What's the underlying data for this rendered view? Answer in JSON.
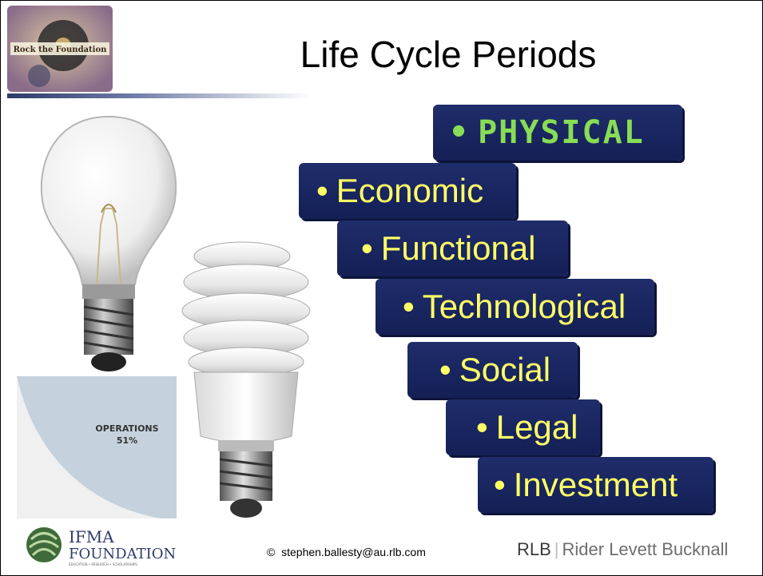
{
  "slide": {
    "title": "Life Cycle Periods",
    "top_logo_text": "Rock the Foundation"
  },
  "periods": [
    {
      "bullet": "•",
      "label": "PHYSICAL"
    },
    {
      "bullet": "•",
      "label": "Economic"
    },
    {
      "bullet": "•",
      "label": "Functional"
    },
    {
      "bullet": "•",
      "label": "Technological"
    },
    {
      "bullet": "•",
      "label": "Social"
    },
    {
      "bullet": "•",
      "label": "Legal"
    },
    {
      "bullet": "•",
      "label": "Investment"
    }
  ],
  "pie": {
    "label": "OPERATIONS",
    "percent": "51%"
  },
  "footer": {
    "ifma_name": "IFMA",
    "ifma_sub": "FOUNDATION",
    "ifma_tagline": "EDUCATION • RESEARCH • SCHOLARSHIPS",
    "copyright_symbol": "©",
    "email": "stephen.ballesty@au.rlb.com",
    "rlb_abbr": "RLB",
    "rlb_full": "Rider Levett Bucknall"
  },
  "colors": {
    "box_navy": "#1f2d6b",
    "text_yellow": "#ffff66",
    "physical_green": "#88dd55"
  }
}
